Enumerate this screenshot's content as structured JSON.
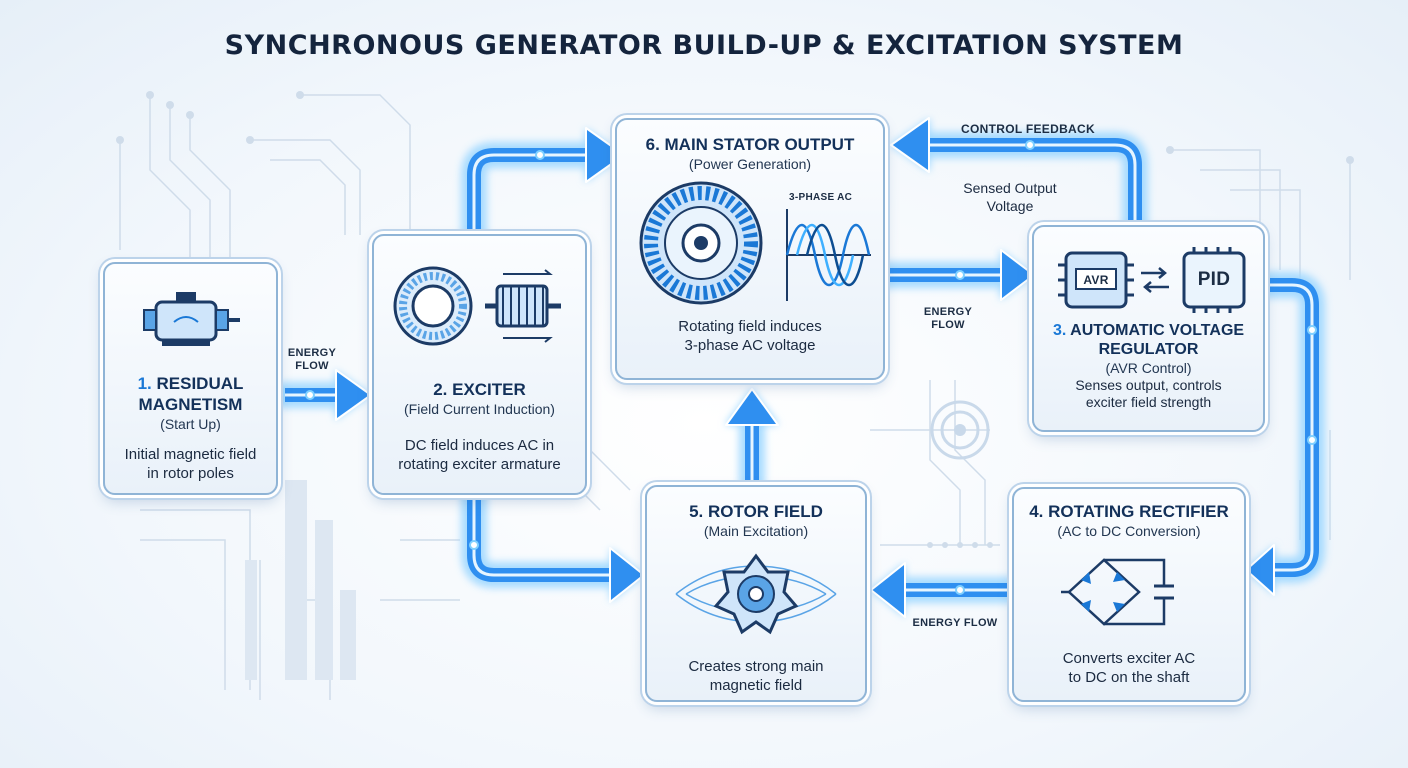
{
  "title": "SYNCHRONOUS GENERATOR BUILD-UP & EXCITATION SYSTEM",
  "boxes": {
    "residual": {
      "number": "1.",
      "title_line1": "RESIDUAL",
      "title_line2": "MAGNETISM",
      "subtitle": "(Start Up)",
      "desc_line1": "Initial magnetic field",
      "desc_line2": "in rotor poles"
    },
    "exciter": {
      "title": "2. EXCITER",
      "subtitle": "(Field Current Induction)",
      "desc_line1": "DC field induces AC in",
      "desc_line2": "rotating exciter armature"
    },
    "avr": {
      "number": "3.",
      "title_line1": "AUTOMATIC VOLTAGE",
      "title_line2": "REGULATOR",
      "subtitle": "(AVR Control)",
      "desc_line1": "Senses output, controls",
      "desc_line2": "exciter field strength",
      "chip_avr": "AVR",
      "chip_pid": "PID"
    },
    "rectifier": {
      "title": "4. ROTATING RECTIFIER",
      "subtitle": "(AC to DC Conversion)",
      "desc_line1": "Converts exciter AC",
      "desc_line2": "to DC on the shaft"
    },
    "rotor": {
      "title": "5. ROTOR FIELD",
      "subtitle": "(Main Excitation)",
      "desc_line1": "Creates strong main",
      "desc_line2": "magnetic field"
    },
    "stator": {
      "title": "6. MAIN STATOR OUTPUT",
      "subtitle": "(Power Generation)",
      "desc_line1": "Rotating field induces",
      "desc_line2": "3-phase AC voltage",
      "wave_label": "3-PHASE AC"
    }
  },
  "labels": {
    "energy_flow_1_line1": "ENERGY",
    "energy_flow_1_line2": "FLOW",
    "energy_flow_2_line1": "ENERGY",
    "energy_flow_2_line2": "FLOW",
    "energy_flow_3": "ENERGY FLOW",
    "control_feedback": "CONTROL FEEDBACK",
    "sensed_line1": "Sensed Output",
    "sensed_line2": "Voltage"
  },
  "colors": {
    "accent": "#1a78d6",
    "flow": "#2f8ff0",
    "glow": "#9fd8ff",
    "box_border": "#8fb4d6",
    "title": "#14243d"
  }
}
